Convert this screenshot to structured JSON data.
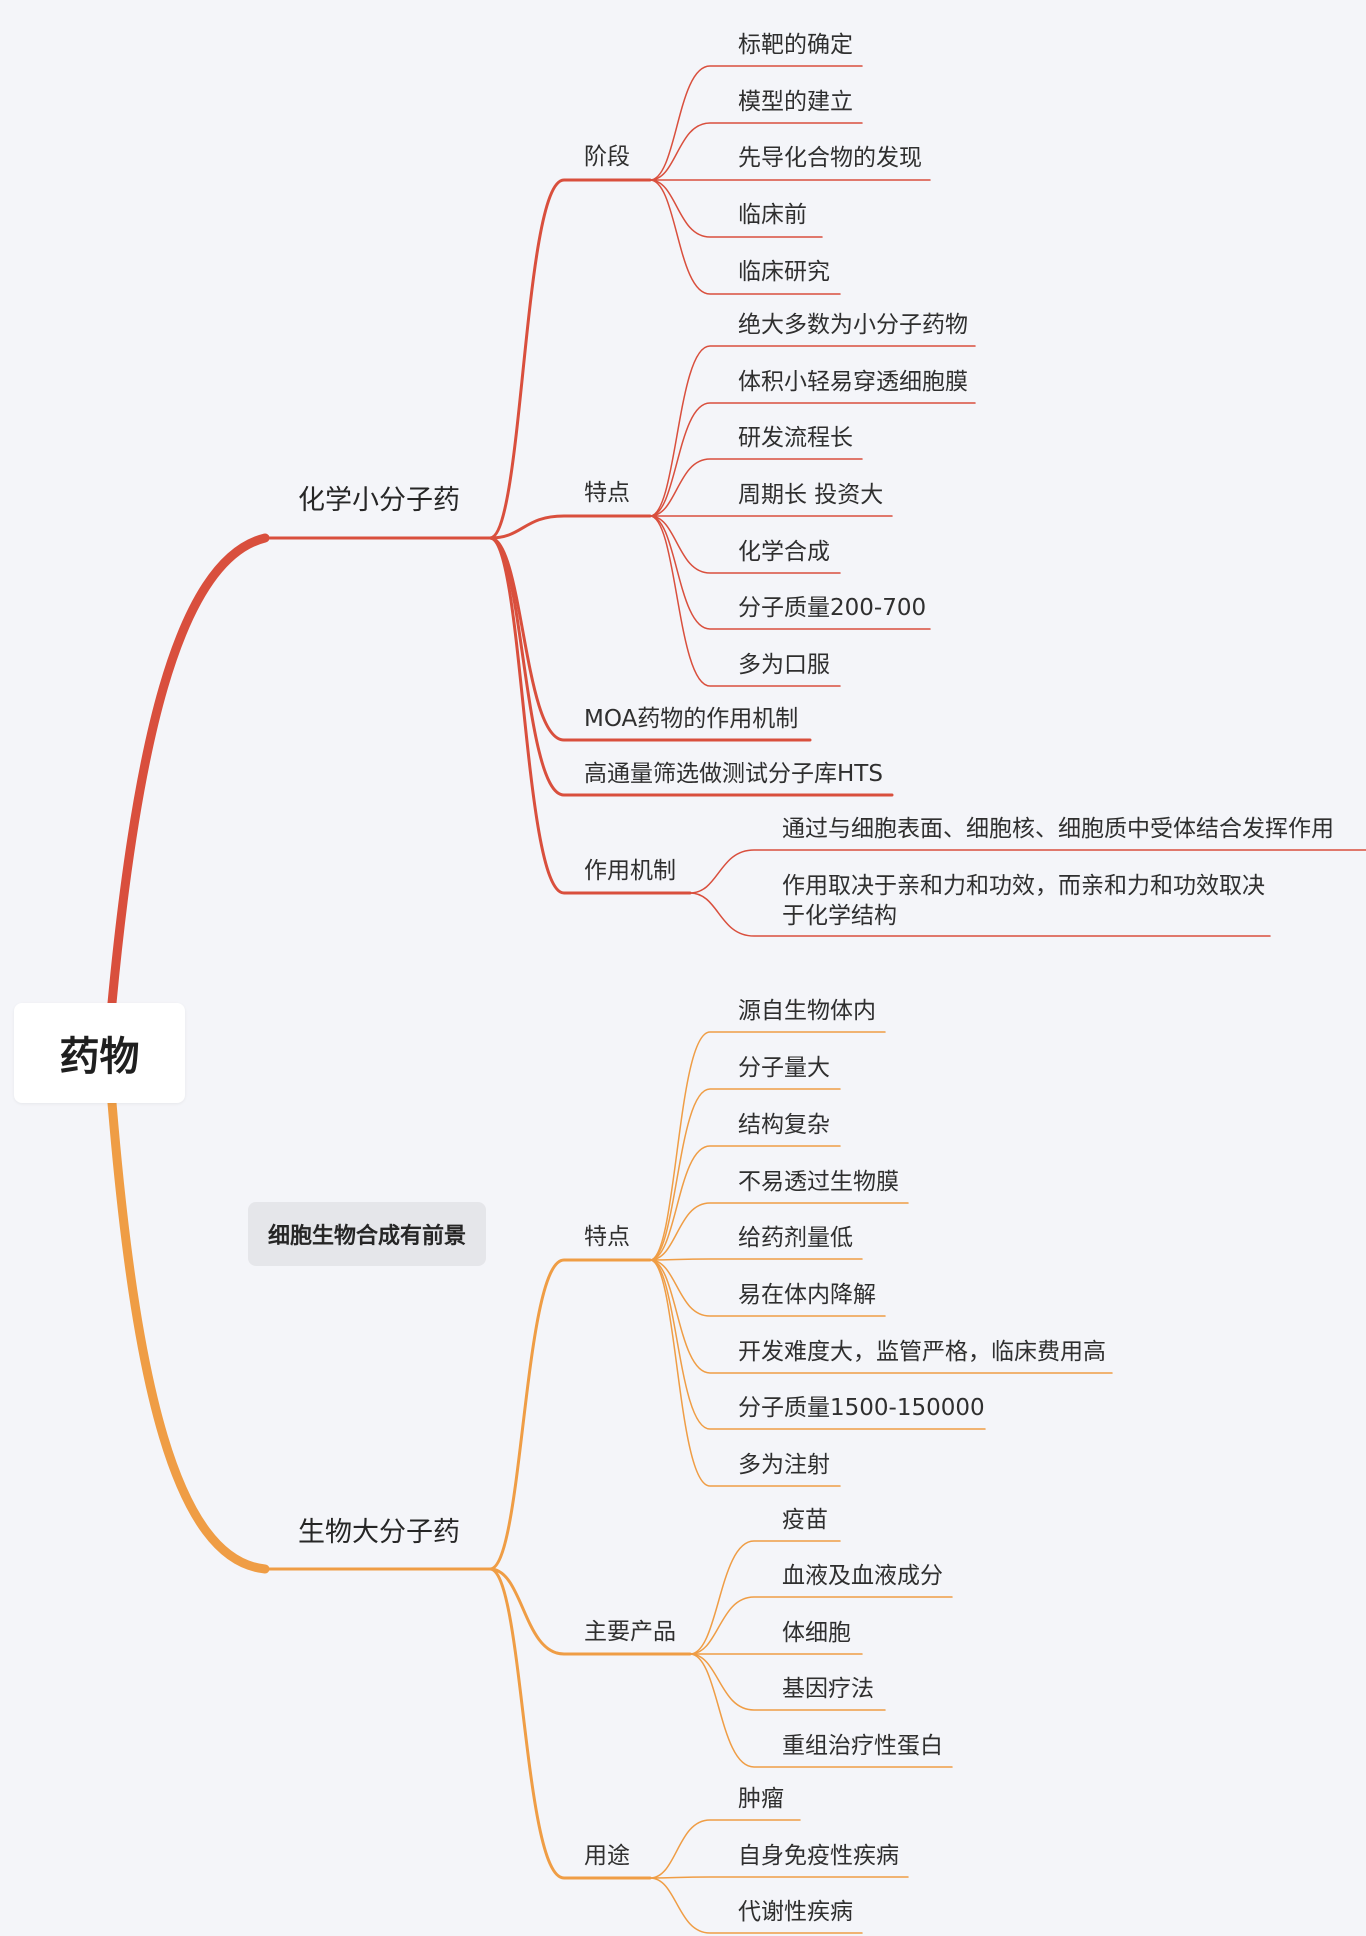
{
  "root": {
    "label": "药物"
  },
  "floating_topic": {
    "label": "细胞生物合成有前景"
  },
  "colors": {
    "red_branch": "#d94f3d",
    "orange_branch": "#ef9d45"
  },
  "branches": [
    {
      "label": "化学小分子药",
      "children": [
        {
          "label": "阶段",
          "children": [
            "标靶的确定",
            "模型的建立",
            "先导化合物的发现",
            "临床前",
            "临床研究"
          ]
        },
        {
          "label": "特点",
          "children": [
            "绝大多数为小分子药物",
            "体积小轻易穿透细胞膜",
            "研发流程长",
            "周期长 投资大",
            "化学合成",
            "分子质量200-700",
            "多为口服"
          ]
        },
        {
          "label": "MOA药物的作用机制",
          "children": []
        },
        {
          "label": "高通量筛选做测试分子库HTS",
          "children": []
        },
        {
          "label": "作用机制",
          "children": [
            "通过与细胞表面、细胞核、细胞质中受体结合发挥作用",
            "作用取决于亲和力和功效，而亲和力和功效取决于化学结构"
          ]
        }
      ]
    },
    {
      "label": "生物大分子药",
      "children": [
        {
          "label": "特点",
          "children": [
            "源自生物体内",
            "分子量大",
            "结构复杂",
            "不易透过生物膜",
            "给药剂量低",
            "易在体内降解",
            "开发难度大，监管严格，临床费用高",
            "分子质量1500-150000",
            "多为注射"
          ]
        },
        {
          "label": "主要产品",
          "children": [
            "疫苗",
            "血液及血液成分",
            "体细胞",
            "基因疗法",
            "重组治疗性蛋白"
          ]
        },
        {
          "label": "用途",
          "children": [
            "肿瘤",
            "自身免疫性疾病",
            "代谢性疾病"
          ]
        }
      ]
    }
  ]
}
